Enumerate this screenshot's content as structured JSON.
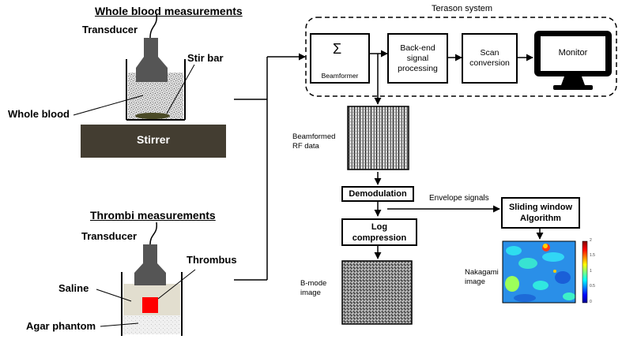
{
  "left_panel": {
    "whole_blood": {
      "title": "Whole blood measurements",
      "transducer": "Transducer",
      "stir_bar": "Stir bar",
      "sample": "Whole blood",
      "stirrer": "Stirrer"
    },
    "thrombi": {
      "title": "Thrombi measurements",
      "transducer": "Transducer",
      "thrombus": "Thrombus",
      "saline": "Saline",
      "agar": "Agar phantom"
    }
  },
  "terason": {
    "title": "Terason system",
    "sigma": "Σ",
    "beamformer": "Beamformer",
    "backend": "Back-end signal processing",
    "scan_conversion": "Scan conversion",
    "monitor": "Monitor"
  },
  "processing": {
    "rf_label": "Beamformed RF data",
    "demodulation": "Demodulation",
    "log_compression": "Log compression",
    "bmode_label": "B-mode image",
    "envelope": "Envelope signals",
    "sliding_window": "Sliding window Algorithm",
    "nakagami_label": "Nakagami image",
    "colorbar_ticks": [
      "2",
      "1.5",
      "1",
      "0.5",
      "0"
    ]
  },
  "colors": {
    "transducer": "#555555",
    "stirrer": "#433d31",
    "saline": "#e2decf",
    "thrombus": "#ff0000",
    "nakagami_bg": "#2a8fe8"
  }
}
